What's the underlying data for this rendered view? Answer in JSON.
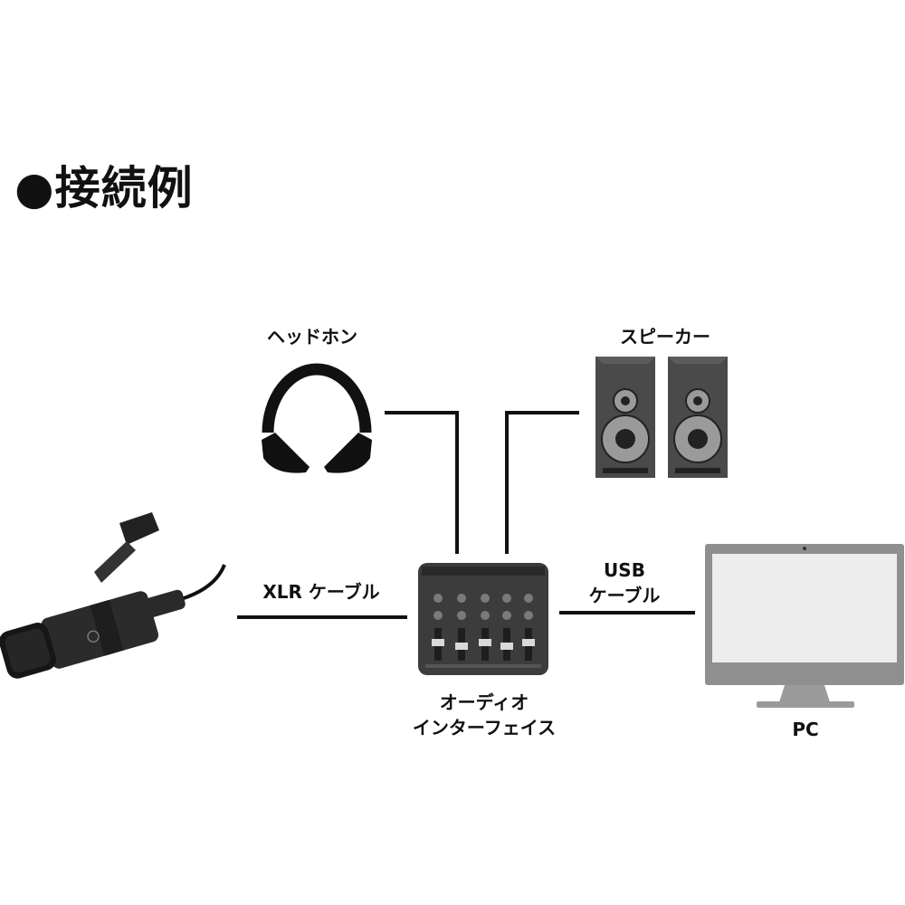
{
  "title": "●接続例",
  "labels": {
    "headphones": "ヘッドホン",
    "speakers": "スピーカー",
    "xlr_line1": "XLR ケーブル",
    "usb_line1": "USB",
    "usb_line2": "ケーブル",
    "interface_line1": "オーディオ",
    "interface_line2": "インターフェイス",
    "pc": "PC"
  },
  "colors": {
    "line": "#111111",
    "device_dark": "#3c3c3c",
    "speaker_body": "#4a4a4a",
    "monitor_frame": "#8f8f8f",
    "monitor_screen": "#ededed"
  }
}
